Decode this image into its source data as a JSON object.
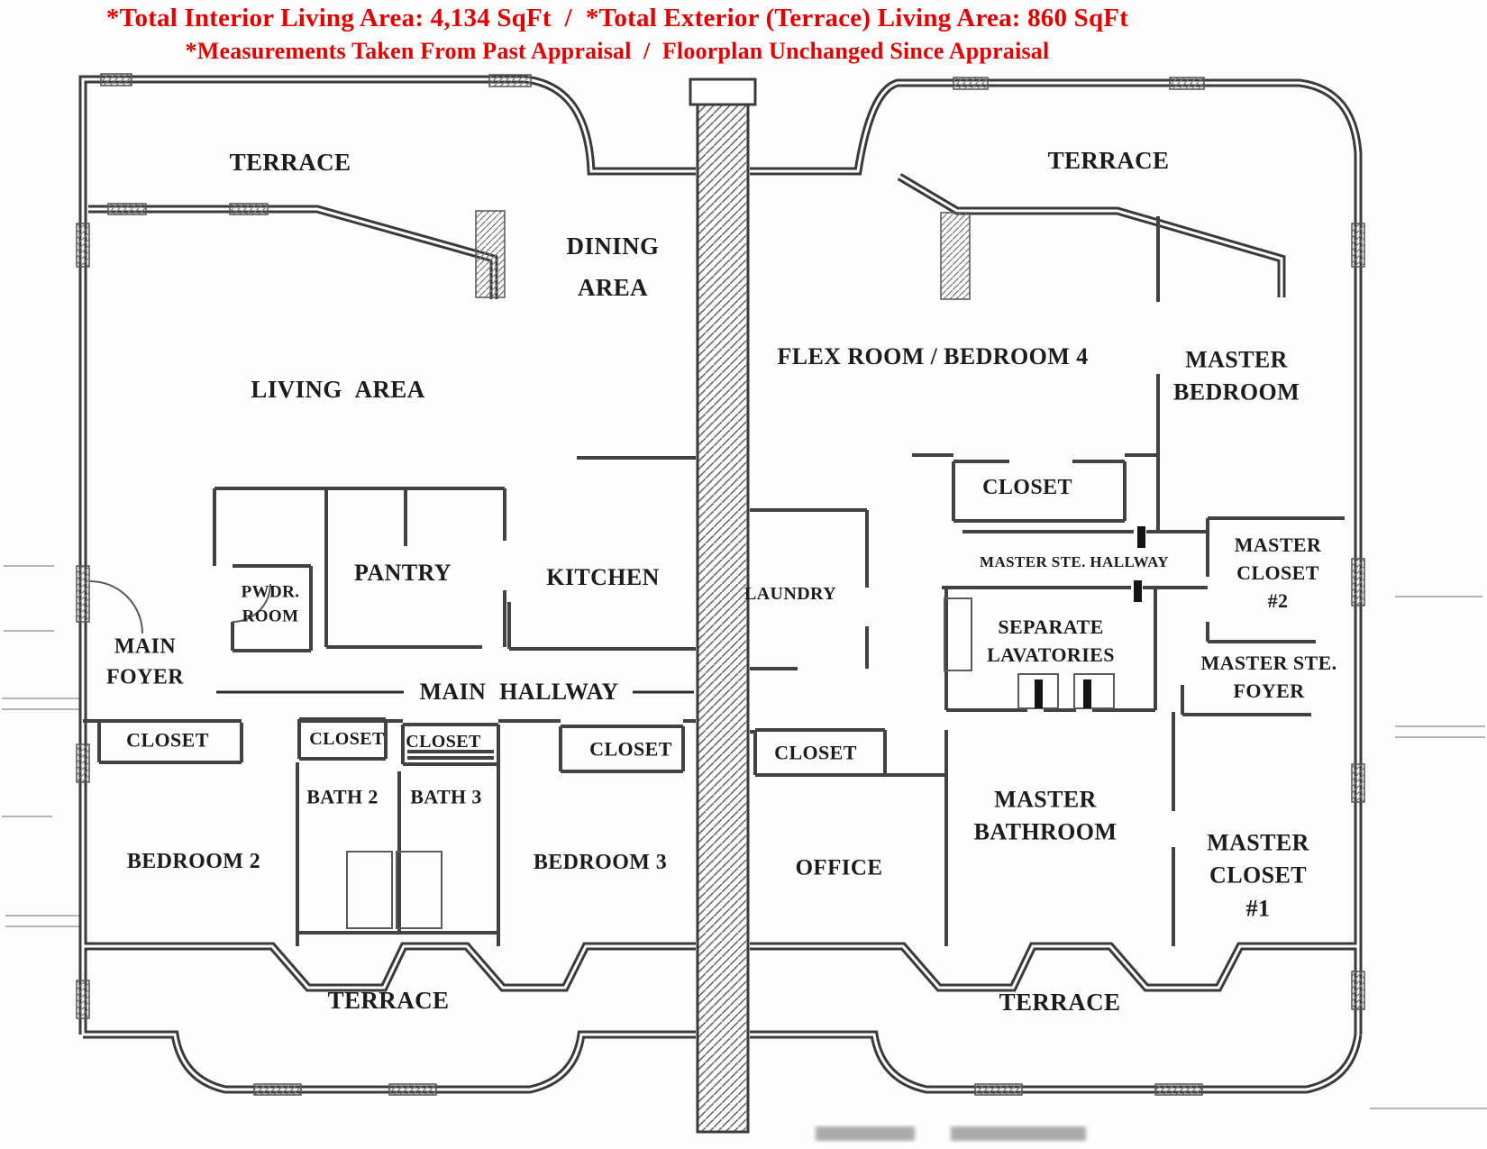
{
  "header": {
    "line1": "*Total Interior Living Area: 4,134 SqFt  /  *Total Exterior (Terrace) Living Area: 860 SqFt",
    "line2": "*Measurements Taken From Past Appraisal  /  Floorplan Unchanged Since Appraisal"
  },
  "colors": {
    "header_text": "#e60000",
    "wall_lines": "#3f3f3f",
    "label_text": "#1c1c1c"
  },
  "rooms": [
    {
      "id": "terrace-top-left",
      "label": "TERRACE"
    },
    {
      "id": "terrace-top-right",
      "label": "TERRACE"
    },
    {
      "id": "dining-area",
      "label": "DINING\nAREA"
    },
    {
      "id": "living-area",
      "label": "LIVING AREA"
    },
    {
      "id": "flex-room-bedroom-4",
      "label": "FLEX ROOM / BEDROOM 4"
    },
    {
      "id": "master-bedroom",
      "label": "MASTER\nBEDROOM"
    },
    {
      "id": "closet-flex",
      "label": "CLOSET"
    },
    {
      "id": "pantry",
      "label": "PANTRY"
    },
    {
      "id": "kitchen",
      "label": "KITCHEN"
    },
    {
      "id": "laundry",
      "label": "LAUNDRY"
    },
    {
      "id": "master-ste-hallway",
      "label": "MASTER STE. HALLWAY"
    },
    {
      "id": "master-closet-2",
      "label": "MASTER\nCLOSET\n#2"
    },
    {
      "id": "pwdr-room",
      "label": "PWDR.\nROOM"
    },
    {
      "id": "main-foyer",
      "label": "MAIN\nFOYER"
    },
    {
      "id": "separate-lavatories",
      "label": "SEPARATE\nLAVATORIES"
    },
    {
      "id": "master-ste-foyer",
      "label": "MASTER STE.\nFOYER"
    },
    {
      "id": "main-hallway",
      "label": "MAIN HALLWAY"
    },
    {
      "id": "closet-foyer",
      "label": "CLOSET"
    },
    {
      "id": "closet-bath-2",
      "label": "CLOSET"
    },
    {
      "id": "closet-bath-3",
      "label": "CLOSET"
    },
    {
      "id": "closet-bedroom-3",
      "label": "CLOSET"
    },
    {
      "id": "closet-office",
      "label": "CLOSET"
    },
    {
      "id": "bath-2",
      "label": "BATH 2"
    },
    {
      "id": "bath-3",
      "label": "BATH 3"
    },
    {
      "id": "master-bathroom",
      "label": "MASTER\nBATHROOM"
    },
    {
      "id": "bedroom-2",
      "label": "BEDROOM 2"
    },
    {
      "id": "bedroom-3",
      "label": "BEDROOM 3"
    },
    {
      "id": "office",
      "label": "OFFICE"
    },
    {
      "id": "master-closet-1",
      "label": "MASTER\nCLOSET\n#1"
    },
    {
      "id": "terrace-bottom-left",
      "label": "TERRACE"
    },
    {
      "id": "terrace-bottom-right",
      "label": "TERRACE"
    }
  ]
}
